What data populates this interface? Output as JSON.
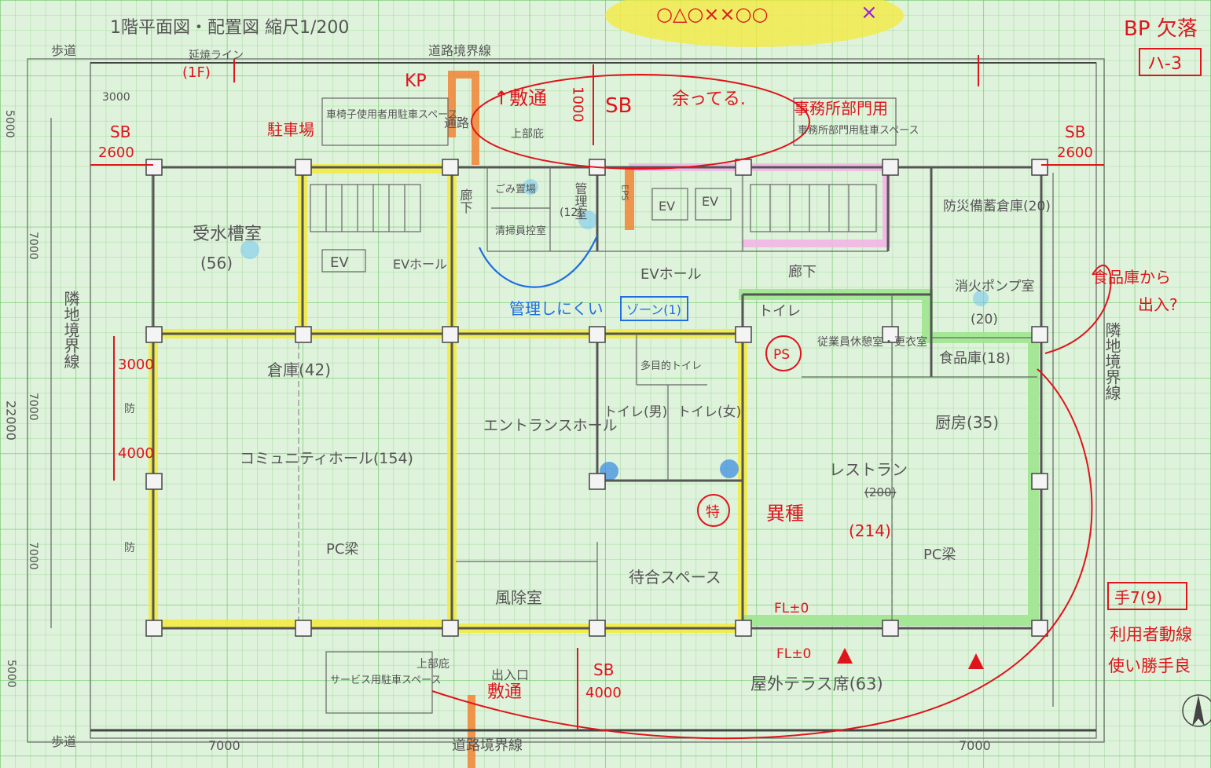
{
  "header": {
    "title": "1階平面図・配置図 縮尺1/200",
    "evaluation_marks": "○△○××○○",
    "evaluation_last_mark": "×",
    "bp_label": "BP 欠落",
    "sheet_code": "ハ-3"
  },
  "site": {
    "sidewalk_top": "歩道",
    "sidewalk_bottom": "歩道",
    "road_boundary_top": "道路境界線",
    "road_boundary_bottom": "道路境界線",
    "adjacent_boundary_left": "隣地境界線",
    "adjacent_boundary_right": "隣地境界線",
    "eave_line": "延焼ライン",
    "eave_line_floor": "(1F)"
  },
  "dimensions": {
    "top_grid": "3000",
    "left_5000_top": "5000",
    "left_7000_a": "7000",
    "left_7000_b": "7000",
    "left_22000": "22000",
    "left_7000_c": "7000",
    "left_5000_bottom": "5000",
    "bottom_7000_left": "7000",
    "bottom_7000_right": "7000",
    "dim_1000": "1000"
  },
  "rooms": {
    "water_tank": "受水槽室",
    "water_tank_area": "(56)",
    "storage_42": "倉庫(42)",
    "community_hall": "コミュニティホール(154)",
    "entrance_hall": "エントランスホール",
    "windbreak": "風除室",
    "waiting": "待合スペース",
    "toilet_male": "トイレ(男)",
    "toilet_female": "トイレ(女)",
    "multi_toilet": "多目的トイレ",
    "toilet": "トイレ",
    "staff_room": "従業員休憩室・更衣室",
    "food_storage": "食品庫(18)",
    "kitchen": "厨房(35)",
    "restaurant": "レストラン",
    "restaurant_old_area": "(200)",
    "disaster_storage": "防災備蓄倉庫(20)",
    "fire_pump": "消火ポンプ室",
    "fire_pump_area": "(20)",
    "ev_hall_left": "EVホール",
    "ev_hall_right": "EVホール",
    "corridor_center": "廊下",
    "corridor_right": "廊下",
    "garbage": "ごみ置場",
    "cleaning": "清掃員控室",
    "management": "管理室",
    "management_area": "(12)",
    "eps": "EPS",
    "ev": "EV",
    "terrace": "屋外テラス席(63)",
    "parking_wheelchair": "車椅子使用者用駐車スペース",
    "parking_office": "事務所部門用駐車スペース",
    "parking_service": "サービス用駐車スペース",
    "upper_floor": "上部庇",
    "upper_floor_2": "上部庇",
    "passage": "通路",
    "entrance_label": "出入口",
    "pc_beam_left": "PC梁",
    "pc_beam_right": "PC梁",
    "fl_1": "FL±0",
    "fl_2": "FL±0"
  },
  "annotations": {
    "kp": "KP",
    "parking": "駐車場",
    "sb_top_left": "SB",
    "sb_top_left_dim": "2600",
    "sb_top_right": "SB",
    "sb_top_right_dim": "2600",
    "sb_center": "SB",
    "sb_bottom": "SB",
    "sb_bottom_dim": "4000",
    "leftover": "余ってる.",
    "office_parking_note": "事務所部門用",
    "wide_passage": "↑敷通",
    "bottom_wide_passage": "敷通",
    "left_3000": "3000",
    "left_4000": "4000",
    "ps": "PS",
    "toku": "特",
    "different_use": "異種",
    "restaurant_area": "(214)",
    "zone_note": "管理しにくい",
    "zone_label": "ゾーン(1)",
    "food_access_1": "食品庫から",
    "food_access_2": "出入?",
    "user_flow_1": "利用者動線",
    "user_flow_2": "使い勝手良",
    "score_box": "手7(9)",
    "fire_mark": "防"
  },
  "colors": {
    "paper": "#dff3dc",
    "grid": "#8fd08a",
    "pencil": "#555555",
    "correction_red": "#e0141b",
    "note_blue": "#1f6fe0",
    "highlight_yellow": "#f5ea3a",
    "highlight_green": "#9ee58f",
    "highlight_pink": "#f2b6e6",
    "highlight_orange": "#f08a3c"
  }
}
